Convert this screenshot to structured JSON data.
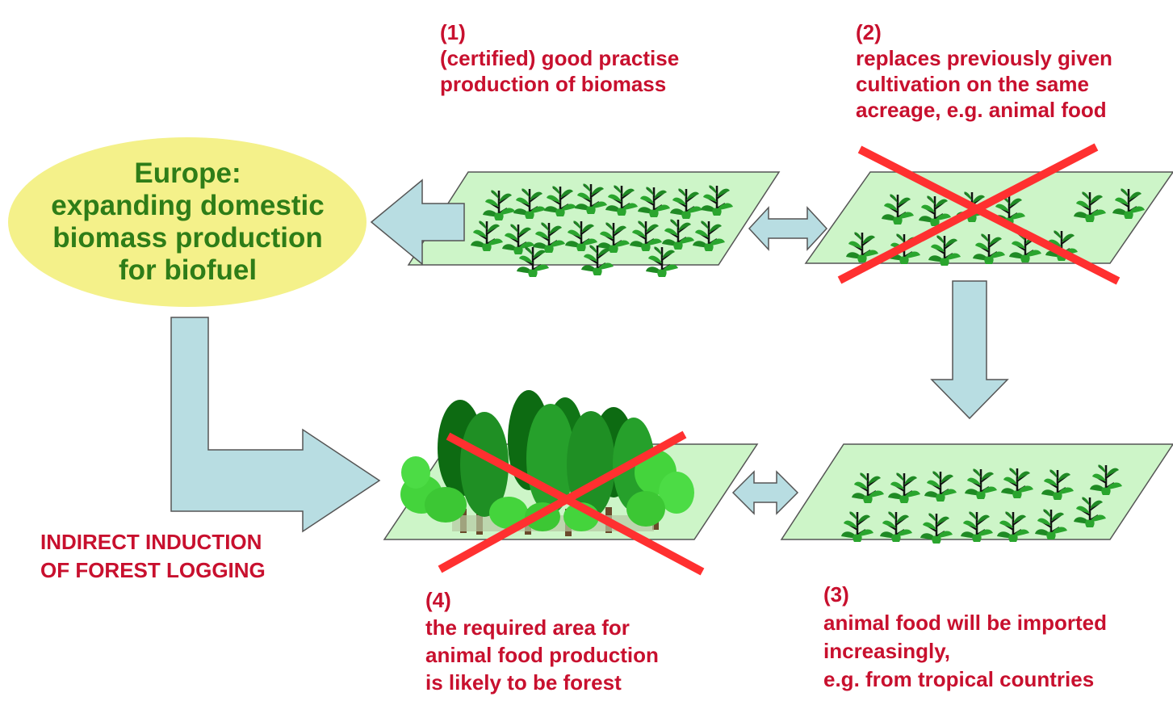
{
  "europe": {
    "lines": [
      "Europe:",
      "expanding domestic",
      "biomass production",
      "for biofuel"
    ]
  },
  "step1": {
    "number": "(1)",
    "lines": [
      "(certified) good practise",
      "production of biomass"
    ]
  },
  "step2": {
    "number": "(2)",
    "lines": [
      "replaces previously given",
      "cultivation on the same",
      "acreage, e.g. animal food"
    ]
  },
  "step3": {
    "number": "(3)",
    "lines": [
      "animal food will be imported",
      "increasingly,",
      "e.g. from tropical countries"
    ]
  },
  "step4": {
    "number": "(4)",
    "lines": [
      "the required area for",
      "animal food production",
      "is likely to be forest"
    ]
  },
  "indirect": {
    "lines": [
      "INDIRECT INDUCTION",
      "OF FOREST LOGGING"
    ]
  },
  "colors": {
    "label_red": "#c8102e",
    "ellipse_fill": "#f4f18a",
    "europe_text": "#2e7d18",
    "field_fill": "#cdf5c8",
    "arrow_fill": "#b8dde2",
    "cross_red": "#ff3030"
  },
  "icons": {
    "plant": "plant-icon",
    "tree": "tree-icon",
    "cross": "cross-out-icon"
  }
}
